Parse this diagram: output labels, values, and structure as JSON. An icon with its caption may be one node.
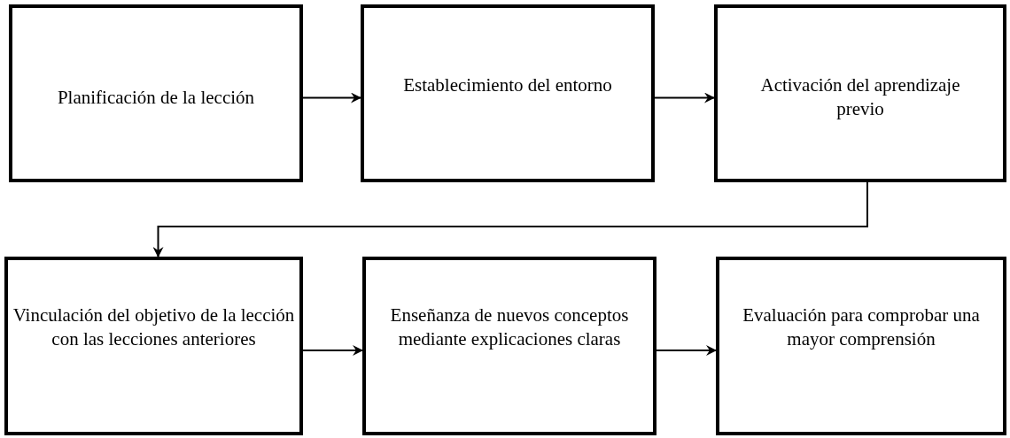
{
  "diagram": {
    "nodes": [
      {
        "text": [
          "Planificación de la lección"
        ]
      },
      {
        "text": [
          "Establecimiento del entorno"
        ]
      },
      {
        "text": [
          "Activación del aprendizaje previo"
        ]
      },
      {
        "text": [
          "Vinculación del objetivo de la lección con las lecciones anteriores"
        ]
      },
      {
        "text": [
          "Enseñanza de nuevos conceptos mediante explicaciones claras"
        ]
      },
      {
        "text": [
          "Evaluación para comprobar una mayor comprensión"
        ]
      }
    ],
    "edges": [
      {
        "from": 0,
        "to": 1,
        "arrow": "to"
      },
      {
        "from": 1,
        "to": 2,
        "arrow": "to"
      },
      {
        "from": 2,
        "to": 3,
        "arrow": "to"
      },
      {
        "from": 3,
        "to": 4,
        "arrow": "to"
      },
      {
        "from": 4,
        "to": 5,
        "arrow": "to"
      }
    ]
  }
}
